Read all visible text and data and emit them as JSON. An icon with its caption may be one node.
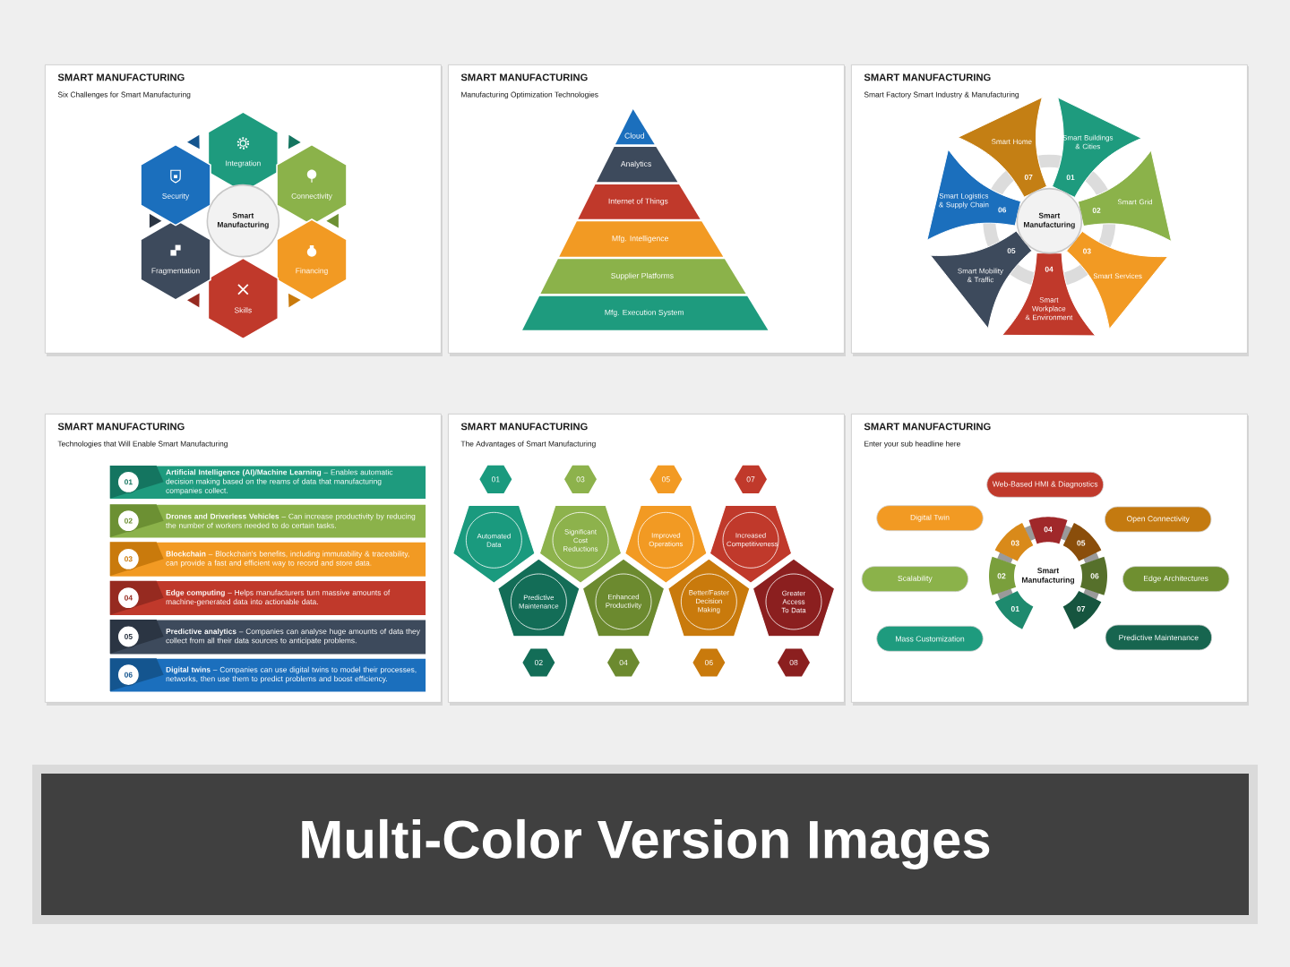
{
  "diagram": {
    "title": "Multi-Color Version Images",
    "nodes": [
      {
        "text": [
          "SMART MANUFACTURING",
          "Six Challenges for Smart Manufacturing"
        ]
      },
      {
        "text": [
          "Smart Manufacturing"
        ],
        "in": 0
      },
      {
        "text": [
          "Integration"
        ],
        "in": 0
      },
      {
        "text": [
          "Connectivity"
        ],
        "in": 0
      },
      {
        "text": [
          "Financing"
        ],
        "in": 0
      },
      {
        "text": [
          "Skills"
        ],
        "in": 0
      },
      {
        "text": [
          "Fragmentation"
        ],
        "in": 0
      },
      {
        "text": [
          "Security"
        ],
        "in": 0
      },
      {
        "text": [
          "SMART MANUFACTURING",
          "Manufacturing Optimization Technologies"
        ]
      },
      {
        "text": [
          "Cloud"
        ],
        "in": 8
      },
      {
        "text": [
          "Analytics"
        ],
        "in": 8
      },
      {
        "text": [
          "Internet of Things"
        ],
        "in": 8
      },
      {
        "text": [
          "Mfg. Intelligence"
        ],
        "in": 8
      },
      {
        "text": [
          "Supplier Platforms"
        ],
        "in": 8
      },
      {
        "text": [
          "Mfg. Execution System"
        ],
        "in": 8
      },
      {
        "text": [
          "SMART MANUFACTURING",
          "Smart Factory Smart Industry & Manufacturing"
        ]
      },
      {
        "text": [
          "Smart Manufacturing"
        ],
        "in": 15
      },
      {
        "text": [
          "Smart Buildings & Cities",
          "01"
        ],
        "in": 15
      },
      {
        "text": [
          "Smart Grid",
          "02"
        ],
        "in": 15
      },
      {
        "text": [
          "03",
          "Smart Services"
        ],
        "in": 15
      },
      {
        "text": [
          "04",
          "Smart Workplace & Environment"
        ],
        "in": 15
      },
      {
        "text": [
          "05",
          "Smart Mobility & Traffic"
        ],
        "in": 15
      },
      {
        "text": [
          "Smart Logistics & Supply Chain",
          "06"
        ],
        "in": 15
      },
      {
        "text": [
          "Smart Home",
          "07"
        ],
        "in": 15
      },
      {
        "text": [
          "SMART MANUFACTURING",
          "Technologies that Will Enable Smart Manufacturing"
        ]
      },
      {
        "text": [
          "01",
          "**Artificial Intelligence (AI)/Machine Learning** – Enables automatic decision making based on the reams of data that manufacturing companies collect."
        ],
        "in": 24
      },
      {
        "text": [
          "02",
          "**Drones and Driverless Vehicles** – Can increase productivity by reducing the number of workers needed to do certain tasks."
        ],
        "in": 24
      },
      {
        "text": [
          "03",
          "**Blockchain** – Blockchain's benefits, including immutability & traceability, can provide a fast and efficient way to record and store data."
        ],
        "in": 24
      },
      {
        "text": [
          "04",
          "**Edge computing** – Helps manufacturers turn massive amounts of machine-generated data into actionable data."
        ],
        "in": 24
      },
      {
        "text": [
          "05",
          "**Predictive analytics** – Companies can analyse huge amounts of data they collect from all their data sources to anticipate problems."
        ],
        "in": 24
      },
      {
        "text": [
          "06",
          "**Digital twins** – Companies can use digital twins to model their processes, networks, then use them to predict problems and boost efficiency."
        ],
        "in": 24
      },
      {
        "text": [
          "SMART MANUFACTURING",
          "The Advantages of Smart Manufacturing"
        ]
      },
      {
        "text": [
          "01"
        ],
        "in": 31
      },
      {
        "text": [
          "Automated Data"
        ],
        "in": 31
      },
      {
        "text": [
          "02"
        ],
        "in": 31
      },
      {
        "text": [
          "Predictive Maintenance"
        ],
        "in": 31
      },
      {
        "text": [
          "03"
        ],
        "in": 31
      },
      {
        "text": [
          "Significant Cost Reductions"
        ],
        "in": 31
      },
      {
        "text": [
          "04"
        ],
        "in": 31
      },
      {
        "text": [
          "Enhanced Productivity"
        ],
        "in": 31
      },
      {
        "text": [
          "05"
        ],
        "in": 31
      },
      {
        "text": [
          "Improved Operations"
        ],
        "in": 31
      },
      {
        "text": [
          "06"
        ],
        "in": 31
      },
      {
        "text": [
          "Better/Faster Decision Making"
        ],
        "in": 31
      },
      {
        "text": [
          "07"
        ],
        "in": 31
      },
      {
        "text": [
          "Increased Competitiveness"
        ],
        "in": 31
      },
      {
        "text": [
          "08"
        ],
        "in": 31
      },
      {
        "text": [
          "Greater Access To Data"
        ],
        "in": 31
      },
      {
        "text": [
          "SMART MANUFACTURING",
          "Enter your sub headline here"
        ]
      },
      {
        "text": [
          "01"
        ],
        "in": 48
      },
      {
        "text": [
          "02"
        ],
        "in": 48
      },
      {
        "text": [
          "03"
        ],
        "in": 48
      },
      {
        "text": [
          "04"
        ],
        "in": 48
      },
      {
        "text": [
          "05"
        ],
        "in": 48
      },
      {
        "text": [
          "06"
        ],
        "in": 48
      },
      {
        "text": [
          "07"
        ],
        "in": 48
      },
      {
        "text": [
          "Mass Customization"
        ],
        "in": 48
      },
      {
        "text": [
          "Scalability"
        ],
        "in": 48
      },
      {
        "text": [
          "Digital Twin"
        ],
        "in": 48
      },
      {
        "text": [
          "Web-Based HMI & Diagnostics"
        ],
        "in": 48
      },
      {
        "text": [
          "Open Connectivity"
        ],
        "in": 48
      },
      {
        "text": [
          "Edge Architectures"
        ],
        "in": 48
      },
      {
        "text": [
          "Predictive Maintenance"
        ],
        "in": 48
      }
    ],
    "labels": [
      "Smart Manufacturing"
    ]
  }
}
